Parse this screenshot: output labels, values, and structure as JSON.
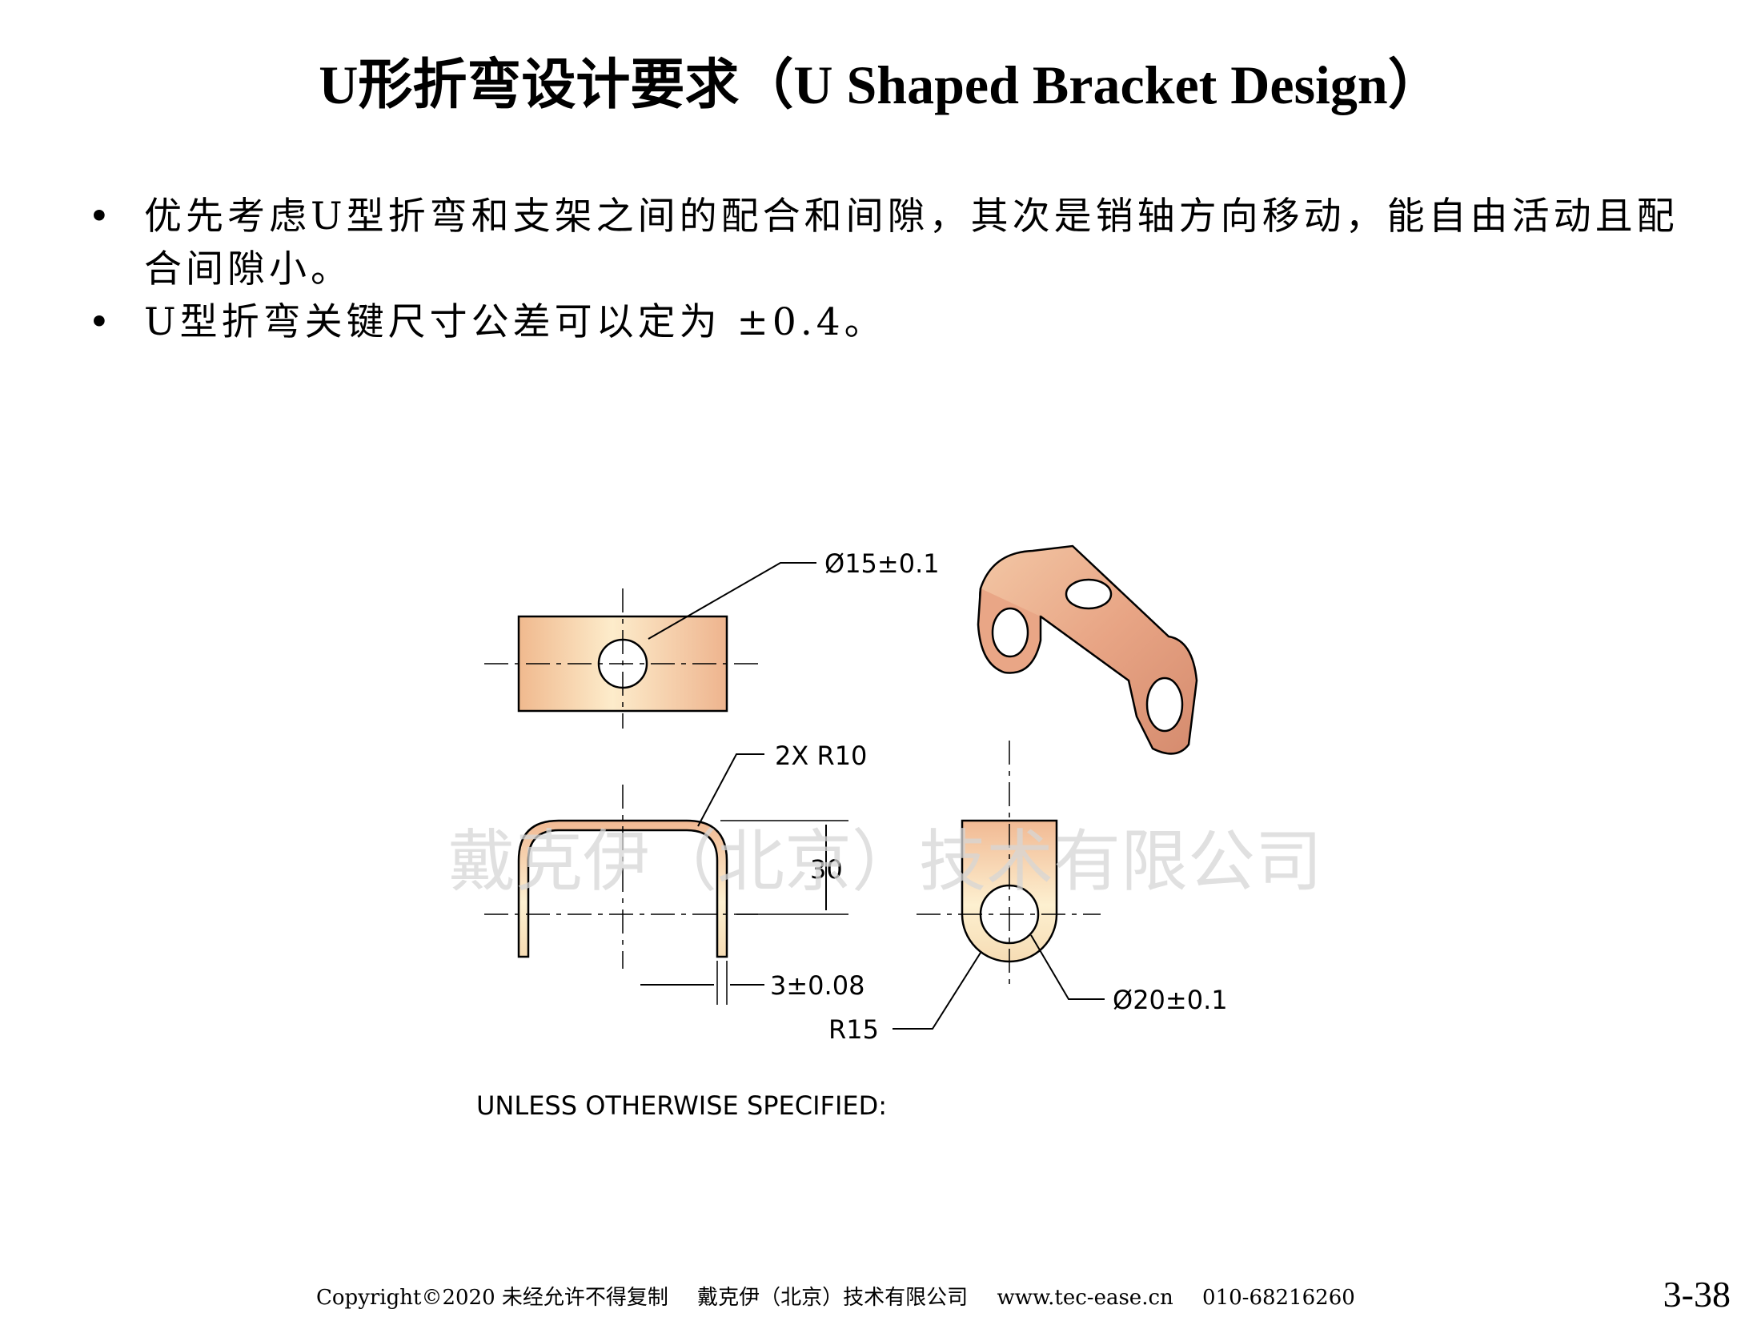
{
  "page": {
    "title": "U形折弯设计要求（U Shaped Bracket Design）",
    "bullets": [
      "优先考虑U型折弯和支架之间的配合和间隙，其次是销轴方向移动，能自由活动且配合间隙小。",
      "U型折弯关键尺寸公差可以定为 ±0.4。"
    ],
    "bullet_marker": "•",
    "page_number": "3-38"
  },
  "figure": {
    "hole_dia_label": "Ø15±0.1",
    "bend_radius_label": "2X R10",
    "height_label": "30",
    "thickness_label": "3±0.08",
    "end_radius_label": "R15",
    "end_hole_label": "Ø20±0.1",
    "note": "UNLESS OTHERWISE SPECIFIED:",
    "watermark": "戴克伊（北京）技术有限公司",
    "colors": {
      "copper_light": "#fbe7c3",
      "copper_mid": "#f2c49b",
      "copper_dark": "#d9987a"
    }
  },
  "footer": {
    "copyright": "Copyright©2020 未经允许不得复制",
    "company": "戴克伊（北京）技术有限公司",
    "website": "www.tec-ease.cn",
    "phone": "010-68216260"
  }
}
